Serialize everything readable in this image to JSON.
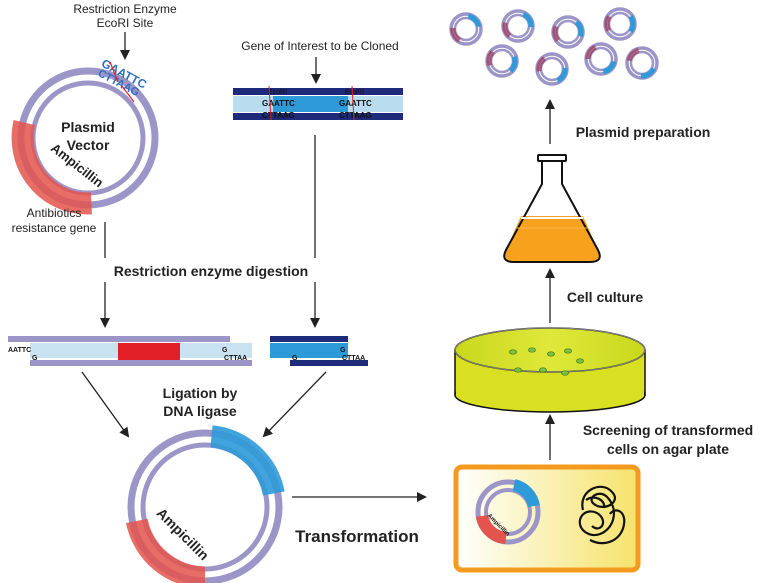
{
  "labels": {
    "restriction_site_line1": "Restriction Enzyme",
    "restriction_site_line2": "EcoRI Site",
    "plasmid_line1": "Plasmid",
    "plasmid_line2": "Vector",
    "gene_of_interest": "Gene of Interest to be Cloned",
    "antibiotics_line1": "Antibiotics",
    "antibiotics_line2": "resistance gene",
    "digestion": "Restriction enzyme digestion",
    "ligation_line1": "Ligation by",
    "ligation_line2": "DNA ligase",
    "transformation": "Transformation",
    "screening_line1": "Screening of transformed",
    "screening_line2": "cells on agar plate",
    "cell_culture": "Cell culture",
    "plasmid_preparation": "Plasmid preparation"
  },
  "sequences": {
    "ecori_top": "GAATTC",
    "ecori_bottom": "CTTAAG",
    "enzyme": "EcoRI",
    "sticky_left_top": "AATTC",
    "sticky_left_bottom": "G",
    "sticky_right_top": "G",
    "sticky_right_bottom": "CTTAA"
  },
  "gene_label": "Ampicillin",
  "colors": {
    "plasmid": "#9c95c8",
    "ampicillin": "#e5544c",
    "insert": "#2e9ad8",
    "dna_dark": "#1e2a7a",
    "dna_light": "#b9dcef",
    "gene_red": "#e21f26",
    "agar": "#d9e021",
    "flask_medium": "#f7a11c",
    "bacterium_border": "#f39a1f"
  }
}
